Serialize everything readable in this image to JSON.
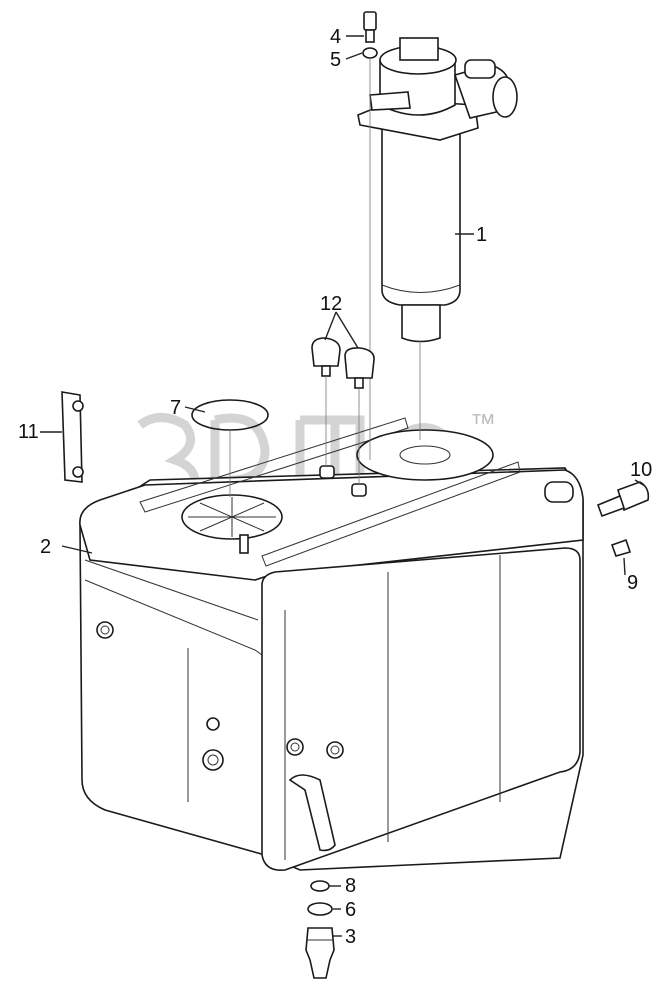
{
  "watermark": {
    "trademark": "™"
  },
  "callouts": [
    {
      "id": "1",
      "label": "1"
    },
    {
      "id": "2",
      "label": "2"
    },
    {
      "id": "3",
      "label": "3"
    },
    {
      "id": "4",
      "label": "4"
    },
    {
      "id": "5",
      "label": "5"
    },
    {
      "id": "6",
      "label": "6"
    },
    {
      "id": "7",
      "label": "7"
    },
    {
      "id": "8",
      "label": "8"
    },
    {
      "id": "9",
      "label": "9"
    },
    {
      "id": "10",
      "label": "10"
    },
    {
      "id": "11",
      "label": "11"
    },
    {
      "id": "12",
      "label": "12"
    }
  ]
}
